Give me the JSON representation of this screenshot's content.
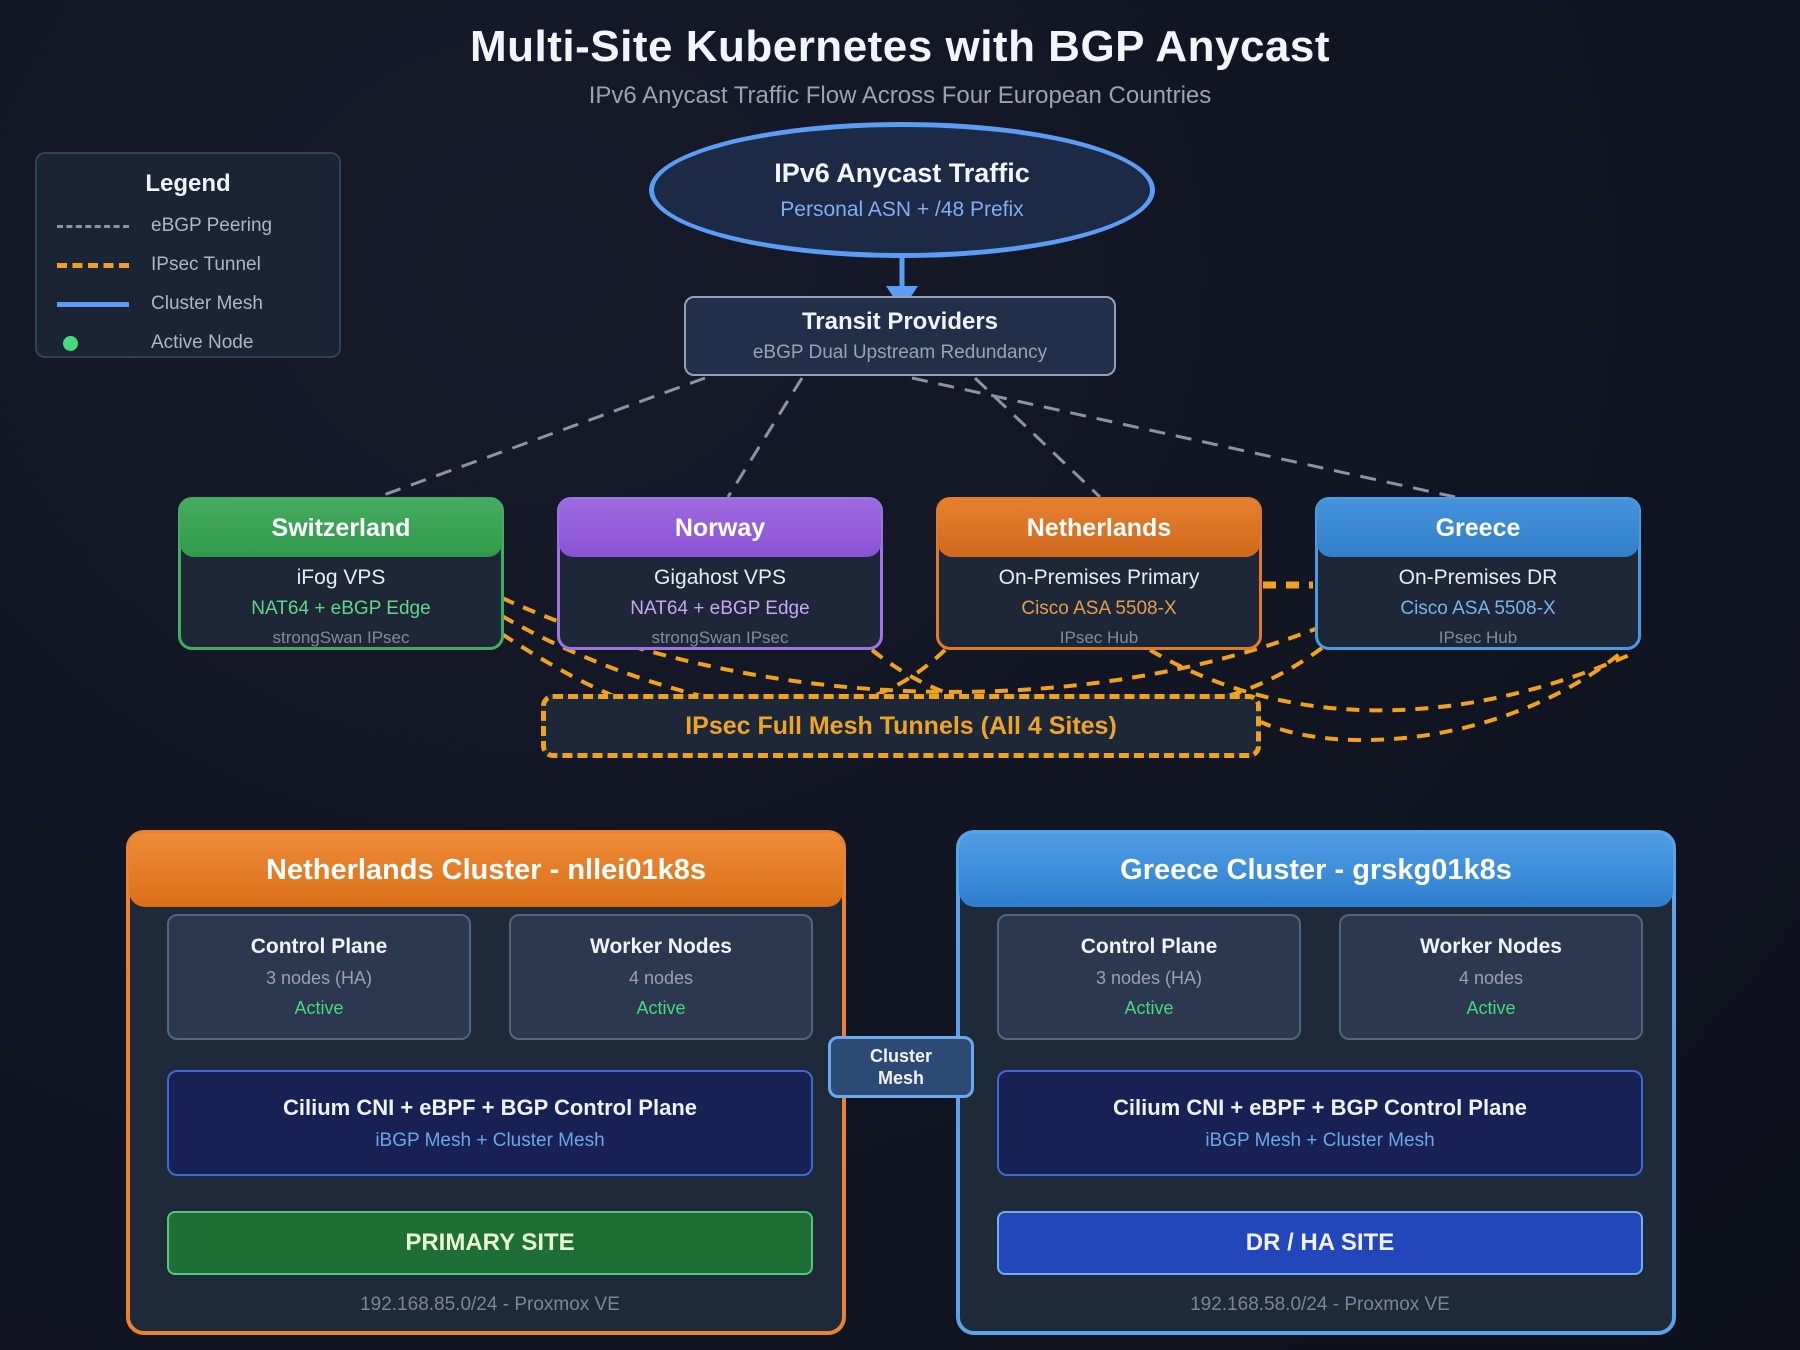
{
  "title": "Multi-Site Kubernetes with BGP Anycast",
  "subtitle": "IPv6 Anycast Traffic Flow Across Four European Countries",
  "legend": {
    "title": "Legend",
    "items": [
      {
        "label": "eBGP Peering",
        "style": "gray-dashed",
        "color": "#8a94a6"
      },
      {
        "label": "IPsec Tunnel",
        "style": "orange-dashed",
        "color": "#f0a11f"
      },
      {
        "label": "Cluster Mesh",
        "style": "blue-solid",
        "color": "#5b9cf5"
      },
      {
        "label": "Active Node",
        "style": "green-dot",
        "color": "#46d97e"
      }
    ]
  },
  "anycast": {
    "title": "IPv6 Anycast Traffic",
    "subtitle": "Personal ASN + /48 Prefix"
  },
  "transit": {
    "title": "Transit Providers",
    "subtitle": "eBGP Dual Upstream Redundancy"
  },
  "sites": [
    {
      "name": "Switzerland",
      "line1": "iFog VPS",
      "line2": "NAT64 + eBGP Edge",
      "line3": "strongSwan IPsec",
      "color": "#3fae62"
    },
    {
      "name": "Norway",
      "line1": "Gigahost VPS",
      "line2": "NAT64 + eBGP Edge",
      "line3": "strongSwan IPsec",
      "color": "#9d74e0"
    },
    {
      "name": "Netherlands",
      "line1": "On-Premises Primary",
      "line2": "Cisco ASA 5508-X",
      "line3": "IPsec Hub",
      "color": "#e07b2a"
    },
    {
      "name": "Greece",
      "line1": "On-Premises DR",
      "line2": "Cisco ASA 5508-X",
      "line3": "IPsec Hub",
      "color": "#4a9be0"
    }
  ],
  "mesh_label": "IPsec Full Mesh Tunnels (All 4 Sites)",
  "cluster_mesh_label": "Cluster Mesh",
  "clusters": [
    {
      "title": "Netherlands Cluster - nllei01k8s",
      "control_plane": {
        "title": "Control Plane",
        "nodes": "3 nodes (HA)",
        "status": "Active"
      },
      "workers": {
        "title": "Worker Nodes",
        "nodes": "4 nodes",
        "status": "Active"
      },
      "cni": {
        "title": "Cilium CNI + eBPF + BGP Control Plane",
        "subtitle": "iBGP Mesh + Cluster Mesh"
      },
      "site_role": "PRIMARY SITE",
      "footer": "192.168.85.0/24 - Proxmox VE",
      "accent": "#e8832f"
    },
    {
      "title": "Greece Cluster - grskg01k8s",
      "control_plane": {
        "title": "Control Plane",
        "nodes": "3 nodes (HA)",
        "status": "Active"
      },
      "workers": {
        "title": "Worker Nodes",
        "nodes": "4 nodes",
        "status": "Active"
      },
      "cni": {
        "title": "Cilium CNI + eBPF + BGP Control Plane",
        "subtitle": "iBGP Mesh + Cluster Mesh"
      },
      "site_role": "DR / HA SITE",
      "footer": "192.168.58.0/24 - Proxmox VE",
      "accent": "#5ba3e8"
    }
  ],
  "colors": {
    "background": "#111522",
    "ebgp_peering": "#8a94a6",
    "ipsec_tunnel": "#f0a11f",
    "cluster_mesh_line": "#5b9cf5",
    "active_node": "#46d97e",
    "primary_site": "#1e6f35",
    "dr_site": "#2346bb"
  }
}
